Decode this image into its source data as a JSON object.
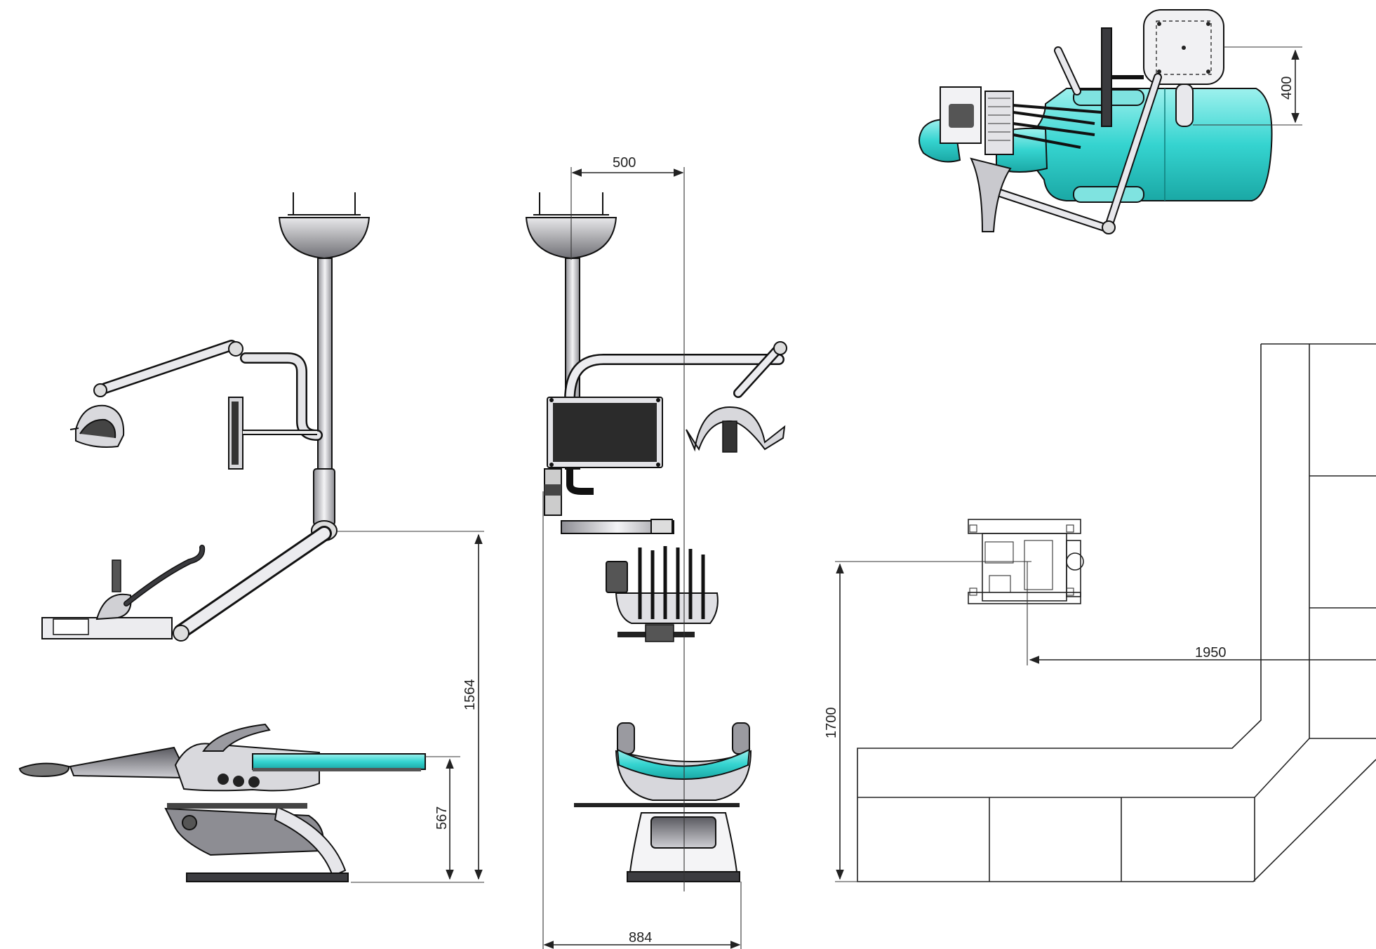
{
  "dimensions": {
    "total_height": "1564",
    "chair_height": "567",
    "arm_reach": "500",
    "front_width": "884",
    "top_offset": "400",
    "room_width": "1950",
    "room_height": "1700"
  },
  "colors": {
    "upholstery": "#35d4d0",
    "metal": "#bfbfc4",
    "dark": "#2a2a2a",
    "line": "#222222"
  }
}
